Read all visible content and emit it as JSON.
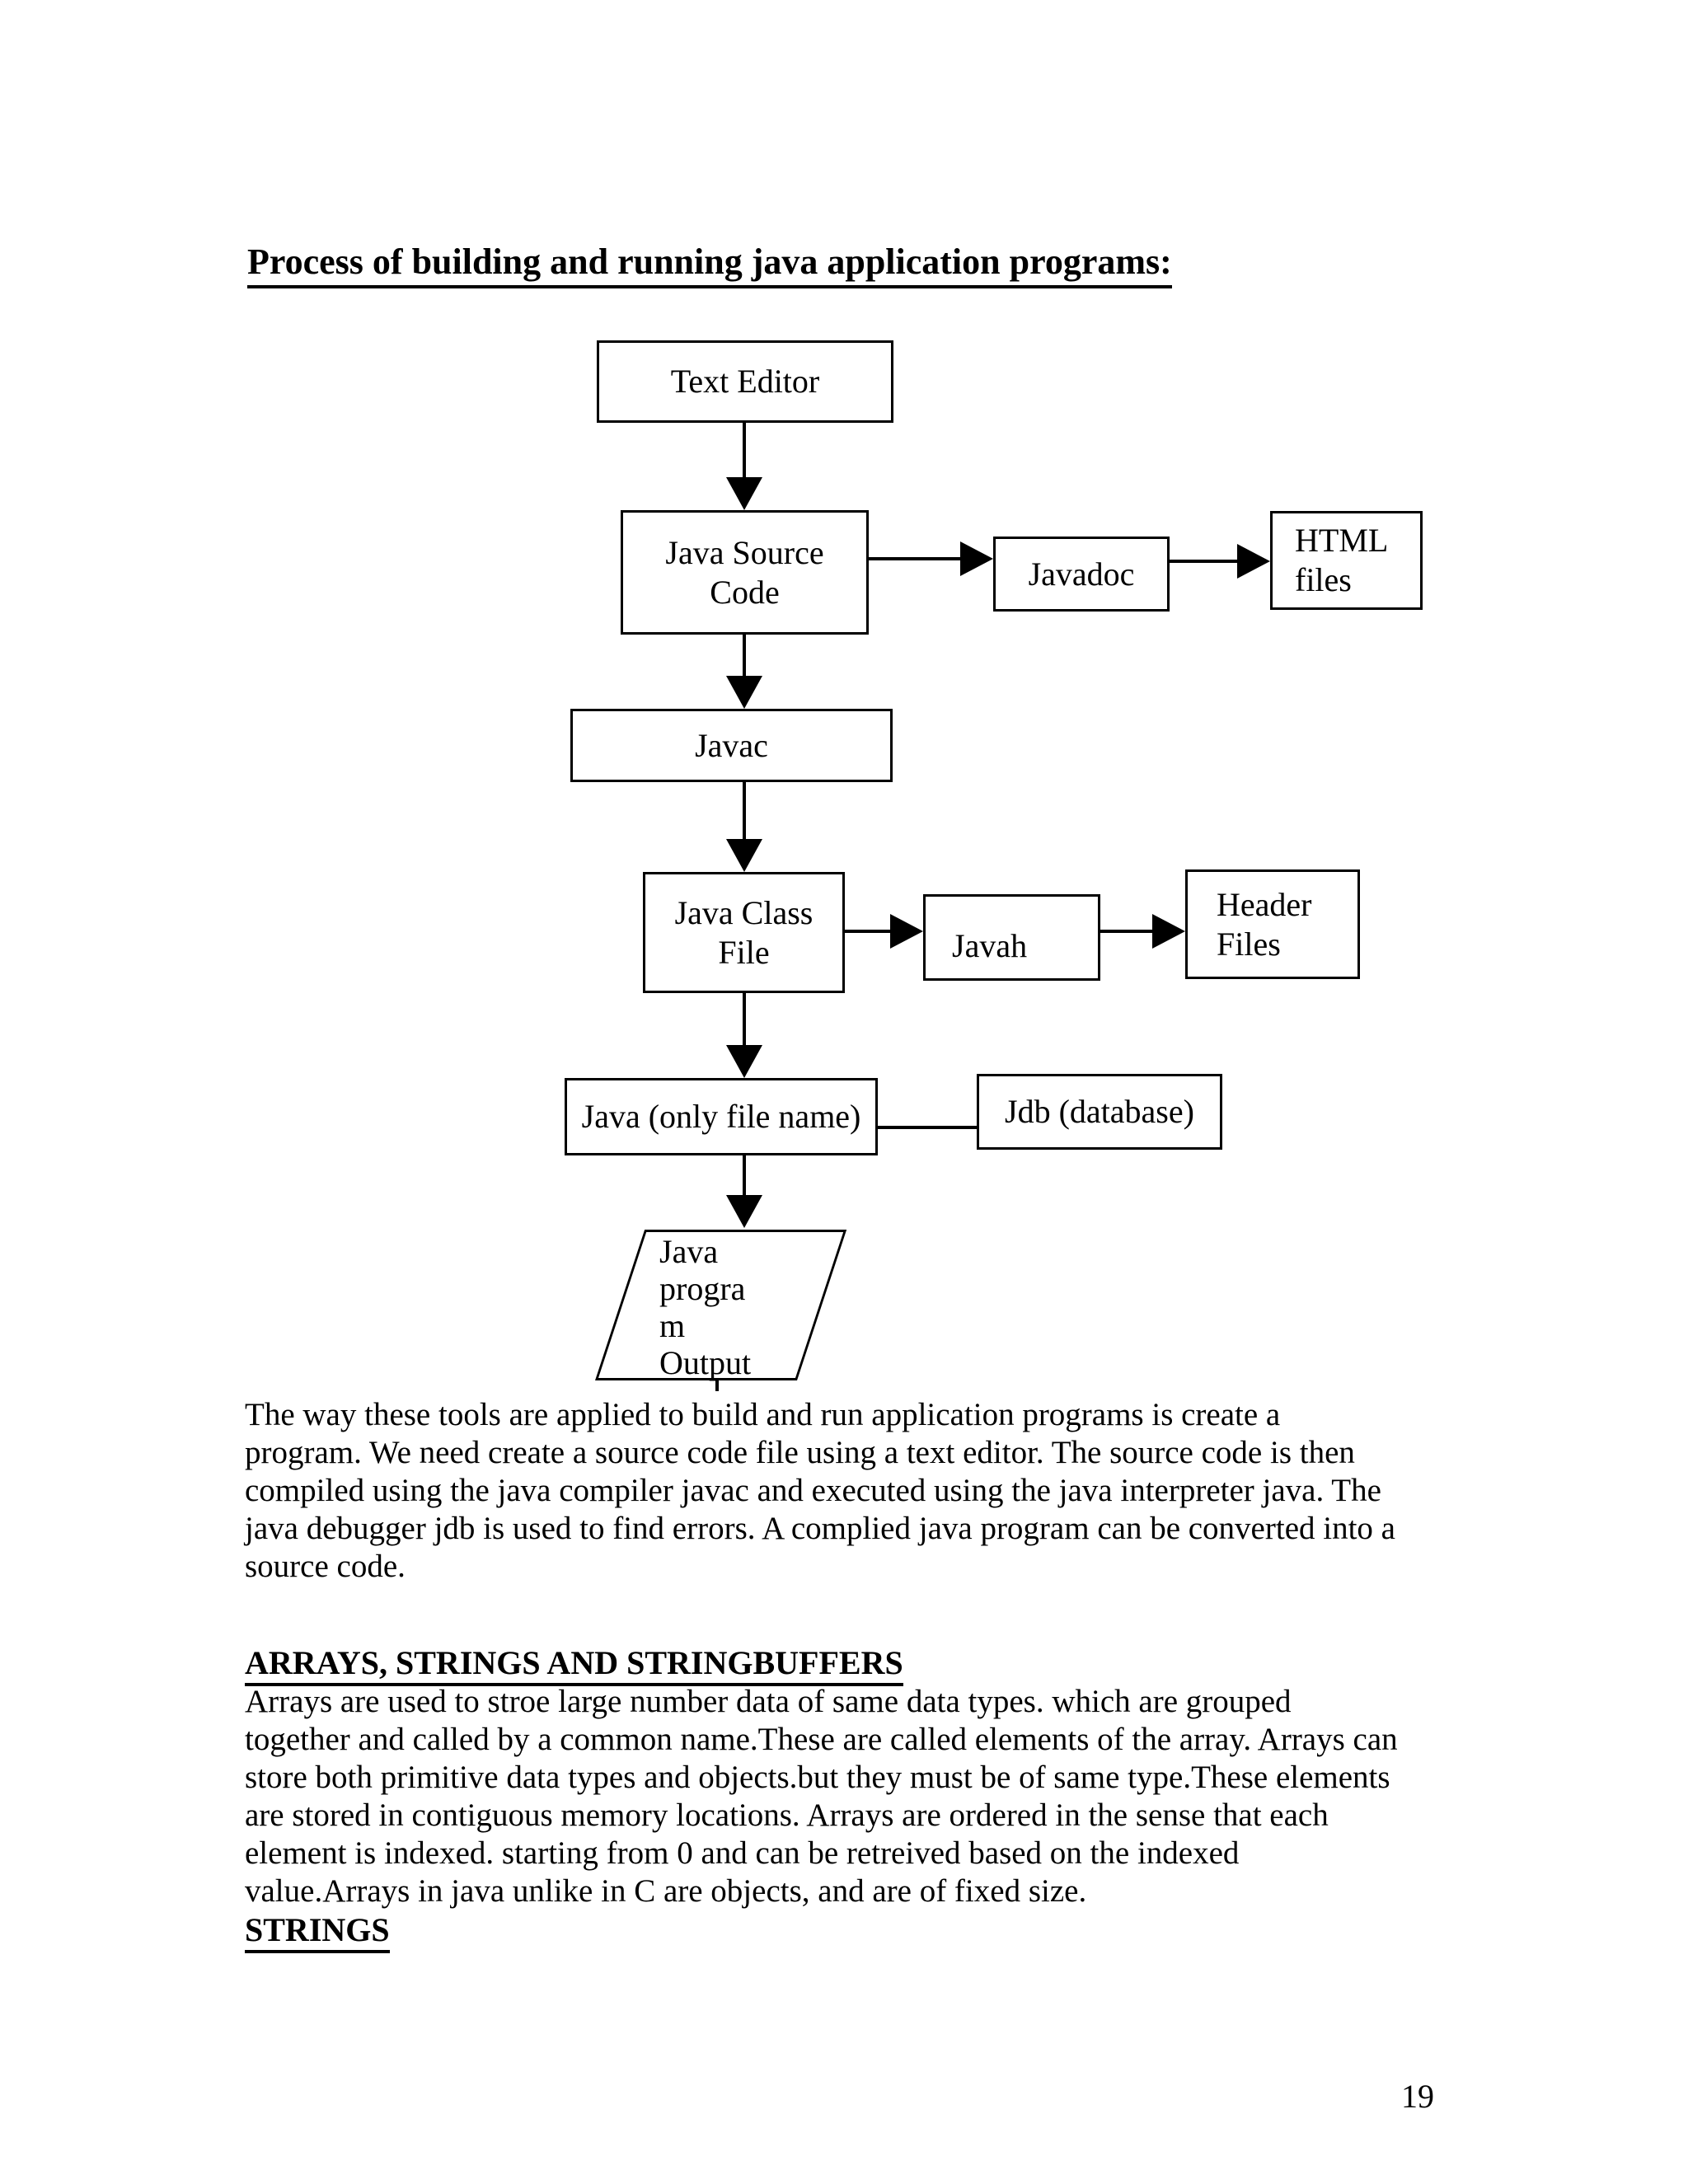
{
  "page": {
    "title": "Process of building and running java application programs:",
    "page_number": "19"
  },
  "colors": {
    "ink": "#000000",
    "paper": "#ffffff"
  },
  "diagram": {
    "nodes": {
      "text_editor": {
        "label": "Text Editor"
      },
      "java_source_code": {
        "lines": [
          "Java Source",
          "Code"
        ]
      },
      "javadoc": {
        "label": "Javadoc"
      },
      "html_files": {
        "lines": [
          "HTML",
          "files"
        ]
      },
      "javac": {
        "label": "Javac"
      },
      "java_class_file": {
        "lines": [
          "Java Class",
          "File"
        ]
      },
      "javah": {
        "label": "Javah"
      },
      "header_files": {
        "lines": [
          "Header",
          "Files"
        ]
      },
      "java_interpreter": {
        "label": "Java (only file name)"
      },
      "jdb": {
        "label": "Jdb (database)"
      },
      "program_output": {
        "lines": [
          "Java",
          "progra",
          "m",
          "Output"
        ]
      }
    }
  },
  "text": {
    "tools_paragraph": {
      "lines": [
        "The way these tools are applied to build and run application programs is create a",
        "program. We need create a source code file using a text editor. The source code is then",
        "compiled using the java compiler javac and executed using the java interpreter java. The",
        "java debugger jdb is used to find errors. A complied java program can be converted into a",
        "source code."
      ]
    },
    "arrays_heading": "ARRAYS, STRINGS AND STRINGBUFFERS",
    "arrays_paragraph": {
      "lines": [
        "Arrays are used to stroe large number data of same data types. which are grouped",
        "together and called by a common name.These are called elements of the array. Arrays can",
        "store both primitive data types and objects.but they must be of same type.These elements",
        "are stored in contiguous memory locations. Arrays are ordered in the sense that each",
        "element is indexed. starting from 0 and can be retreived based on the indexed",
        "value.Arrays in java unlike in C are objects, and are of fixed size."
      ]
    },
    "strings_heading": "STRINGS"
  }
}
